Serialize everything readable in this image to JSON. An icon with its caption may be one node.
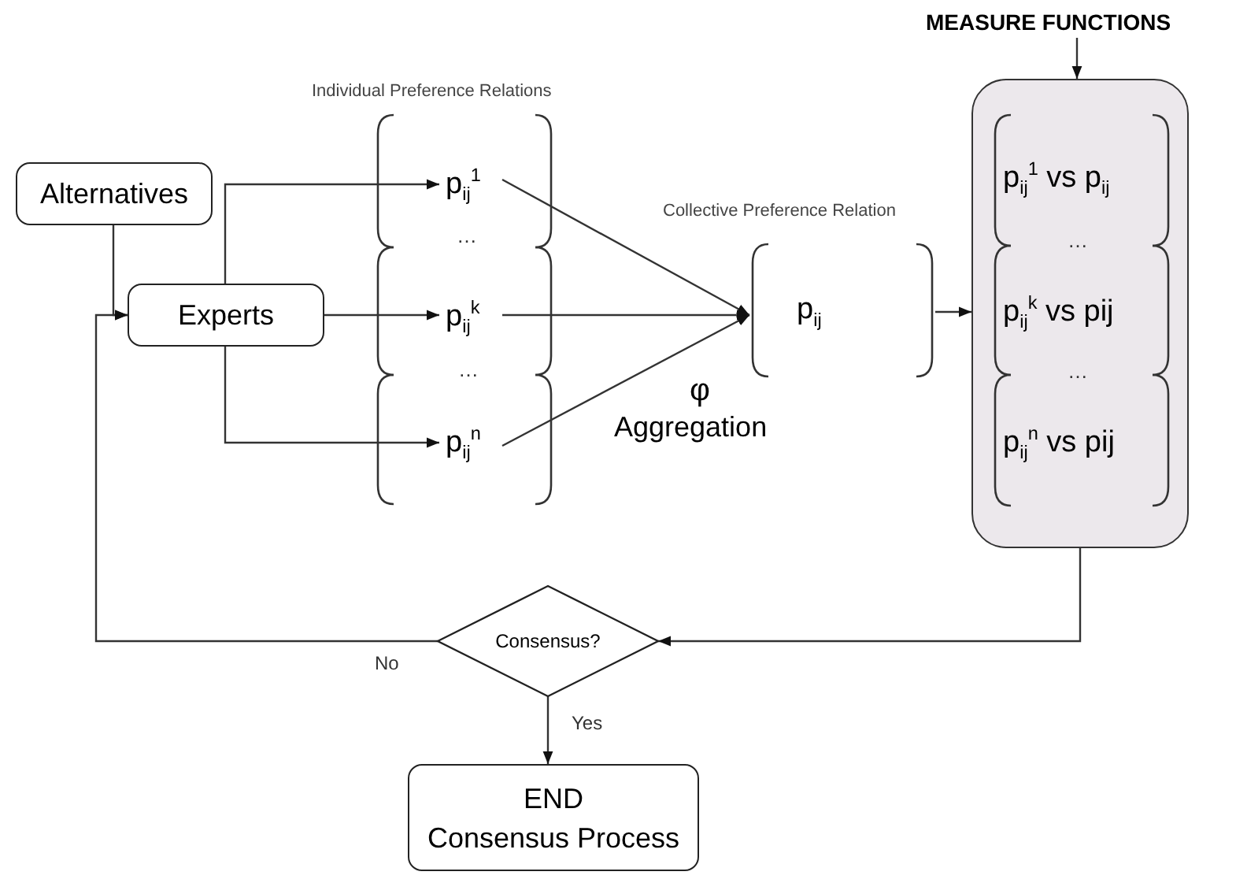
{
  "diagram": {
    "nodes": [
      {
        "text": [
          "Alternatives"
        ]
      },
      {
        "text": [
          "Experts"
        ]
      },
      {
        "text": [
          "Individual Preference Relations"
        ]
      },
      {
        "text": [
          "p$_{ij}$$^{1}$"
        ],
        "in": 2
      },
      {
        "text": [
          "p$_{ij}$$^{k}$"
        ],
        "in": 2
      },
      {
        "text": [
          "p$_{ij}$$^{n}$"
        ],
        "in": 2
      },
      {
        "text": [
          "Collective Preference Relation",
          "p$_{ij}$"
        ]
      },
      {
        "text": [
          "MEASURE FUNCTIONS"
        ]
      },
      {
        "text": [],
        "shape": "box"
      },
      {
        "text": [
          "p$_{ij}$$^{1}$ vs p$_{ij}$"
        ],
        "in": 8
      },
      {
        "text": [
          "p$_{ij}$$^{k}$ vs pij"
        ],
        "in": 8
      },
      {
        "text": [
          "p$_{ij}$$^{n}$ vs pij"
        ],
        "in": 8
      },
      {
        "text": [
          "Consensus?"
        ]
      },
      {
        "text": [
          "END",
          "Consensus Process"
        ]
      }
    ],
    "edges": [
      {
        "from": 0,
        "to": 1,
        "arrow": "to"
      },
      {
        "from": 1,
        "to": 3,
        "arrow": "to"
      },
      {
        "from": 1,
        "to": 4,
        "arrow": "to"
      },
      {
        "from": 1,
        "to": 5,
        "arrow": "to"
      },
      {
        "from": 3,
        "to": 6,
        "arrow": "to"
      },
      {
        "from": 4,
        "to": 6,
        "arrow": "to"
      },
      {
        "from": 5,
        "to": 6,
        "arrow": "to"
      },
      {
        "from": 6,
        "to": 8,
        "arrow": "to"
      },
      {
        "from": 7,
        "to": 8,
        "arrow": "to"
      },
      {
        "from": 8,
        "to": 12,
        "arrow": "to"
      },
      {
        "from": 12,
        "to": 1,
        "arrow": "to",
        "label": "No"
      },
      {
        "from": 12,
        "to": 13,
        "arrow": "to",
        "label": "Yes"
      }
    ],
    "labels": [
      "…",
      "…",
      "…",
      "…",
      "φ",
      "Aggregation"
    ]
  }
}
